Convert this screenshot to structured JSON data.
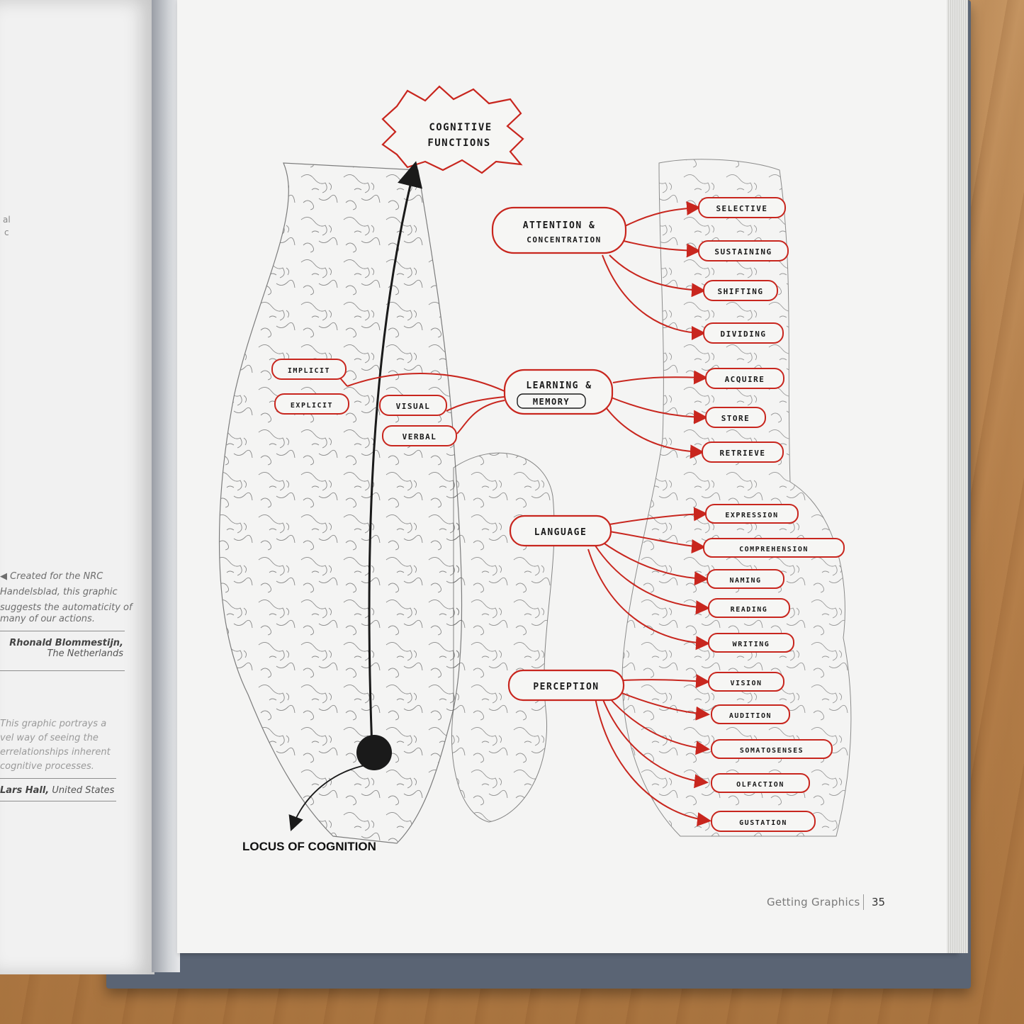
{
  "left_page": {
    "caption1_lines": [
      "◀ Created for the NRC",
      "Handelsblad, this graphic",
      "suggests the automaticity of",
      "many of our actions."
    ],
    "credit1_name": "Rhonald Blommestijn,",
    "credit1_country": "The Netherlands",
    "caption2_lines": [
      "This graphic portrays a",
      "vel way of seeing the",
      "errelationships inherent",
      "cognitive processes."
    ],
    "credit2_name": "Lars Hall,",
    "credit2_country": "United States",
    "margin_letters": [
      "al",
      "c"
    ]
  },
  "illustration": {
    "root": "COGNITIVE FUNCTIONS",
    "locus": "LOCUS OF COGNITION",
    "groups": {
      "attention": {
        "line1": "ATTENTION &",
        "line2": "CONCENTRATION",
        "children": [
          "SELECTIVE",
          "SUSTAINING",
          "SHIFTING",
          "DIVIDING"
        ]
      },
      "learning": {
        "line1": "LEARNING &",
        "line2": "MEMORY",
        "children": [
          "ACQUIRE",
          "STORE",
          "RETRIEVE"
        ],
        "left_children": [
          "IMPLICIT",
          "EXPLICIT",
          "VISUAL",
          "VERBAL"
        ]
      },
      "language": {
        "label": "LANGUAGE",
        "children": [
          "EXPRESSION",
          "COMPREHENSION",
          "NAMING",
          "READING",
          "WRITING"
        ]
      },
      "perception": {
        "label": "PERCEPTION",
        "children": [
          "VISION",
          "AUDITION",
          "SOMATOSENSES",
          "OLFACTION",
          "GUSTATION"
        ]
      }
    },
    "colors": {
      "ink_red": "#c8261e",
      "ink_black": "#1a1a1a",
      "sketch": "#555555"
    }
  },
  "footer": {
    "title": "Getting Graphics",
    "page_number": "35"
  }
}
